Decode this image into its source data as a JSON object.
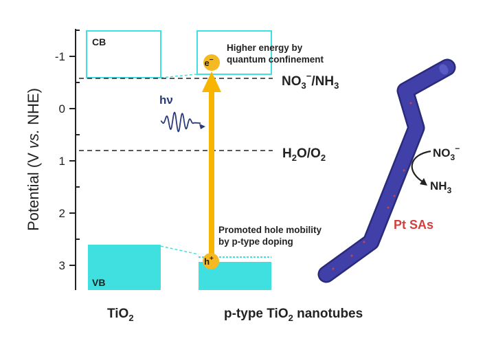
{
  "axis": {
    "label_parts": [
      "Potential (V ",
      "vs.",
      " NHE)"
    ],
    "ticks": [
      "-1",
      "0",
      "1",
      "2",
      "3"
    ]
  },
  "tio2": {
    "cb_label": "CB",
    "vb_label": "VB",
    "name_main": "TiO",
    "name_sub": "2"
  },
  "nanotube": {
    "name_prefix": "p-type TiO",
    "name_sub": "2",
    "name_suffix": " nanotubes"
  },
  "levels": {
    "nitrate": {
      "a": "NO",
      "sub": "3",
      "sup": "−",
      "b": "/NH",
      "sub2": "3"
    },
    "water": {
      "a": "H",
      "sub": "2",
      "b": "O/O",
      "sub2": "2"
    }
  },
  "annotations": {
    "quantum_line1": "Higher energy by",
    "quantum_line2": "quantum confinement",
    "hole_line1": "Promoted hole mobility",
    "hole_line2": "by p-type doping",
    "photon": "hν"
  },
  "carriers": {
    "electron": "e",
    "electron_sup": "−",
    "hole": "h",
    "hole_sup": "+"
  },
  "reaction": {
    "reactant": "NO",
    "reactant_sub": "3",
    "reactant_sup": "−",
    "product": "NH",
    "product_sub": "3",
    "catalyst": "Pt SAs"
  },
  "colors": {
    "band": "#3fe0df",
    "band_edge": "#20c9d3",
    "arrow": "#f7b500",
    "carrier": "#f5b923",
    "tube": "#3e3fa3",
    "tube_dark": "#2a2a7a",
    "photon": "#2b3a78",
    "pt": "#d04040"
  }
}
